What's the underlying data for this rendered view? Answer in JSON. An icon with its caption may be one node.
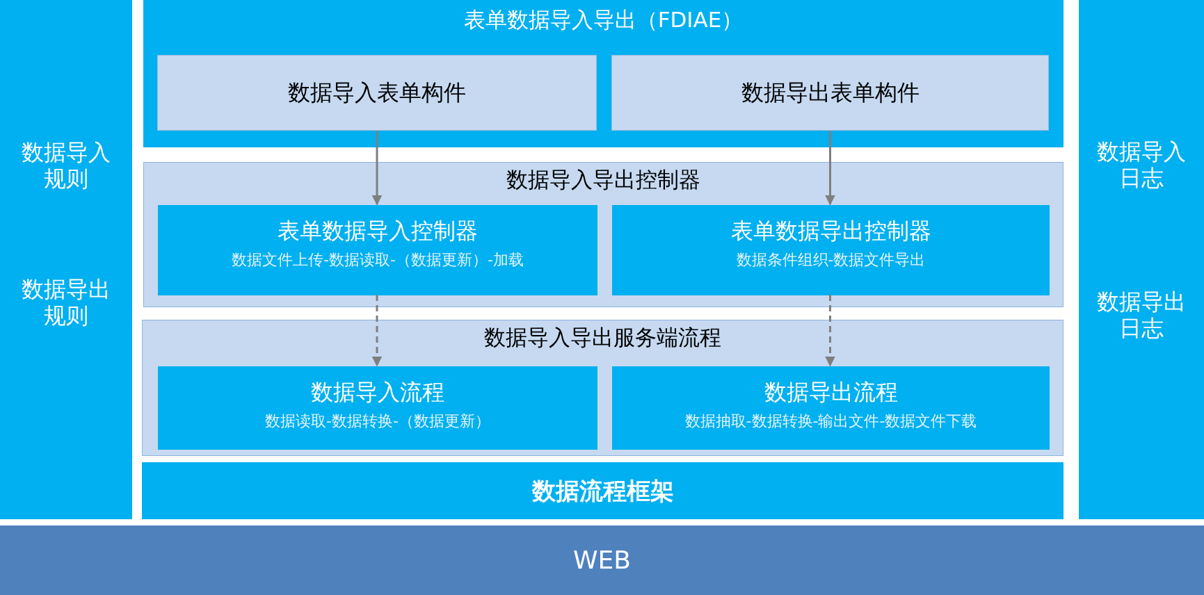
{
  "diagram": {
    "nodes": [
      {
        "text": [
          "数据导入规则",
          "数据导出规则"
        ]
      },
      {
        "text": [
          "表单数据导入导出（FDIAE）"
        ]
      },
      {
        "text": [
          "数据导入表单构件"
        ],
        "in": 1
      },
      {
        "text": [
          "数据导出表单构件"
        ],
        "in": 1
      },
      {
        "text": [
          "数据导入导出控制器"
        ]
      },
      {
        "text": [
          "表单数据导入控制器",
          "数据文件上传-数据读取-（数据更新）-加载"
        ],
        "in": 4
      },
      {
        "text": [
          "表单数据导出控制器",
          "数据条件组织-数据文件导出"
        ],
        "in": 4
      },
      {
        "text": [
          "数据导入导出服务端流程"
        ]
      },
      {
        "text": [
          "数据导入流程",
          "数据读取-数据转换-（数据更新）"
        ],
        "in": 7
      },
      {
        "text": [
          "数据导出流程",
          "数据抽取-数据转换-输出文件-数据文件下载"
        ],
        "in": 7
      },
      {
        "text": [
          "数据流程框架"
        ]
      },
      {
        "text": [
          "数据导入日志",
          "数据导出日志"
        ]
      },
      {
        "text": [
          "WEB"
        ]
      }
    ],
    "edges": [
      {
        "from": 2,
        "to": 5,
        "arrow": "to"
      },
      {
        "from": 3,
        "to": 6,
        "arrow": "to"
      },
      {
        "from": 5,
        "to": 8,
        "arrow": "to",
        "style": "dashed"
      },
      {
        "from": 6,
        "to": 9,
        "arrow": "to",
        "style": "dashed"
      }
    ]
  }
}
